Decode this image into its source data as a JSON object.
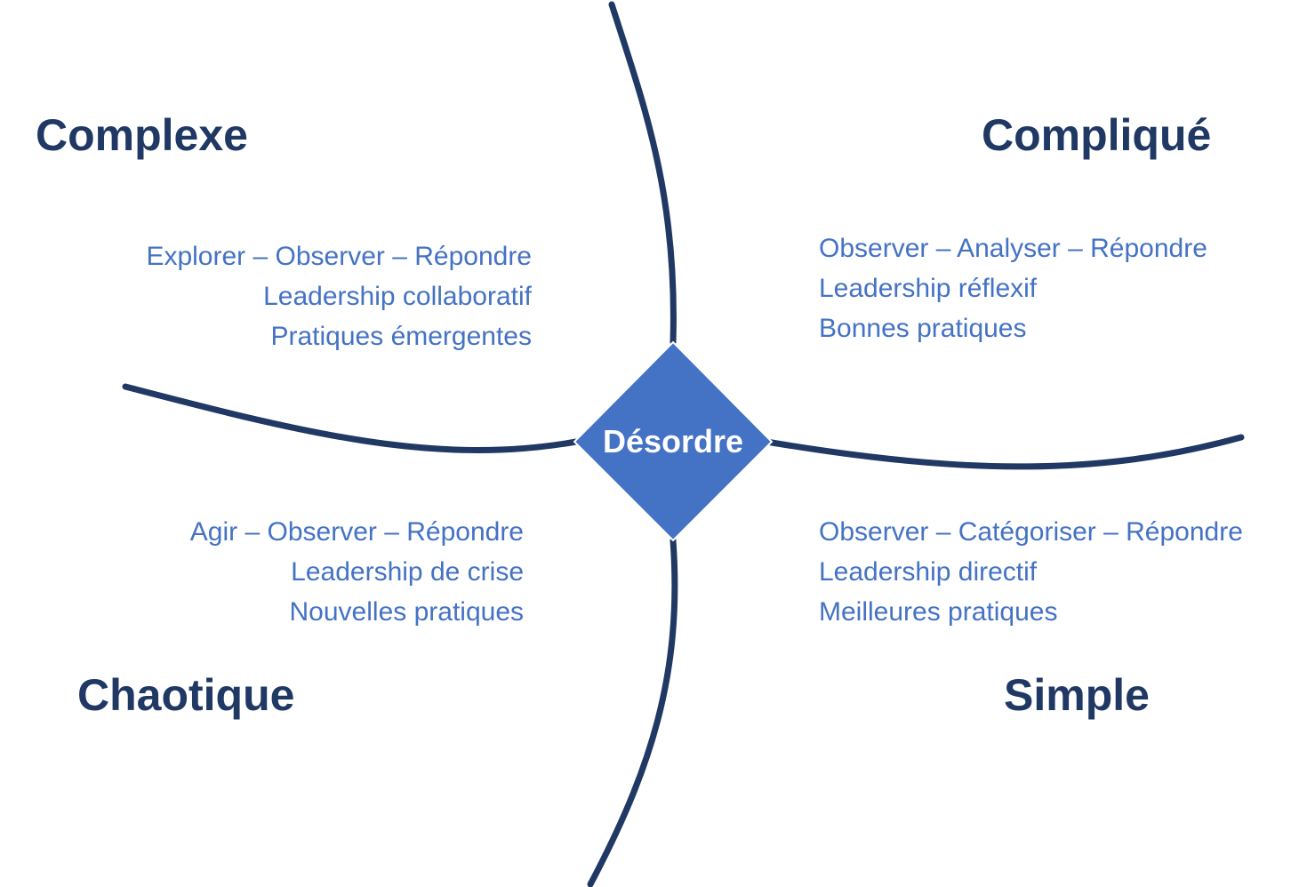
{
  "domains": {
    "complexe": {
      "title": "Complexe",
      "lines": [
        "Explorer – Observer – Répondre",
        "Leadership collaboratif",
        "Pratiques émergentes"
      ]
    },
    "complique": {
      "title": "Compliqué",
      "lines": [
        "Observer – Analyser – Répondre",
        "Leadership réflexif",
        "Bonnes pratiques"
      ]
    },
    "chaotique": {
      "title": "Chaotique",
      "lines": [
        "Agir – Observer – Répondre",
        "Leadership de crise",
        "Nouvelles pratiques"
      ]
    },
    "simple": {
      "title": "Simple",
      "lines": [
        "Observer – Catégoriser – Répondre",
        "Leadership directif",
        "Meilleures pratiques"
      ]
    }
  },
  "center": {
    "label": "Désordre"
  },
  "colors": {
    "title": "#1f3864",
    "practice_text": "#4472c4",
    "divider": "#1f3864",
    "diamond_fill": "#4472c4",
    "center_text": "#ffffff"
  }
}
